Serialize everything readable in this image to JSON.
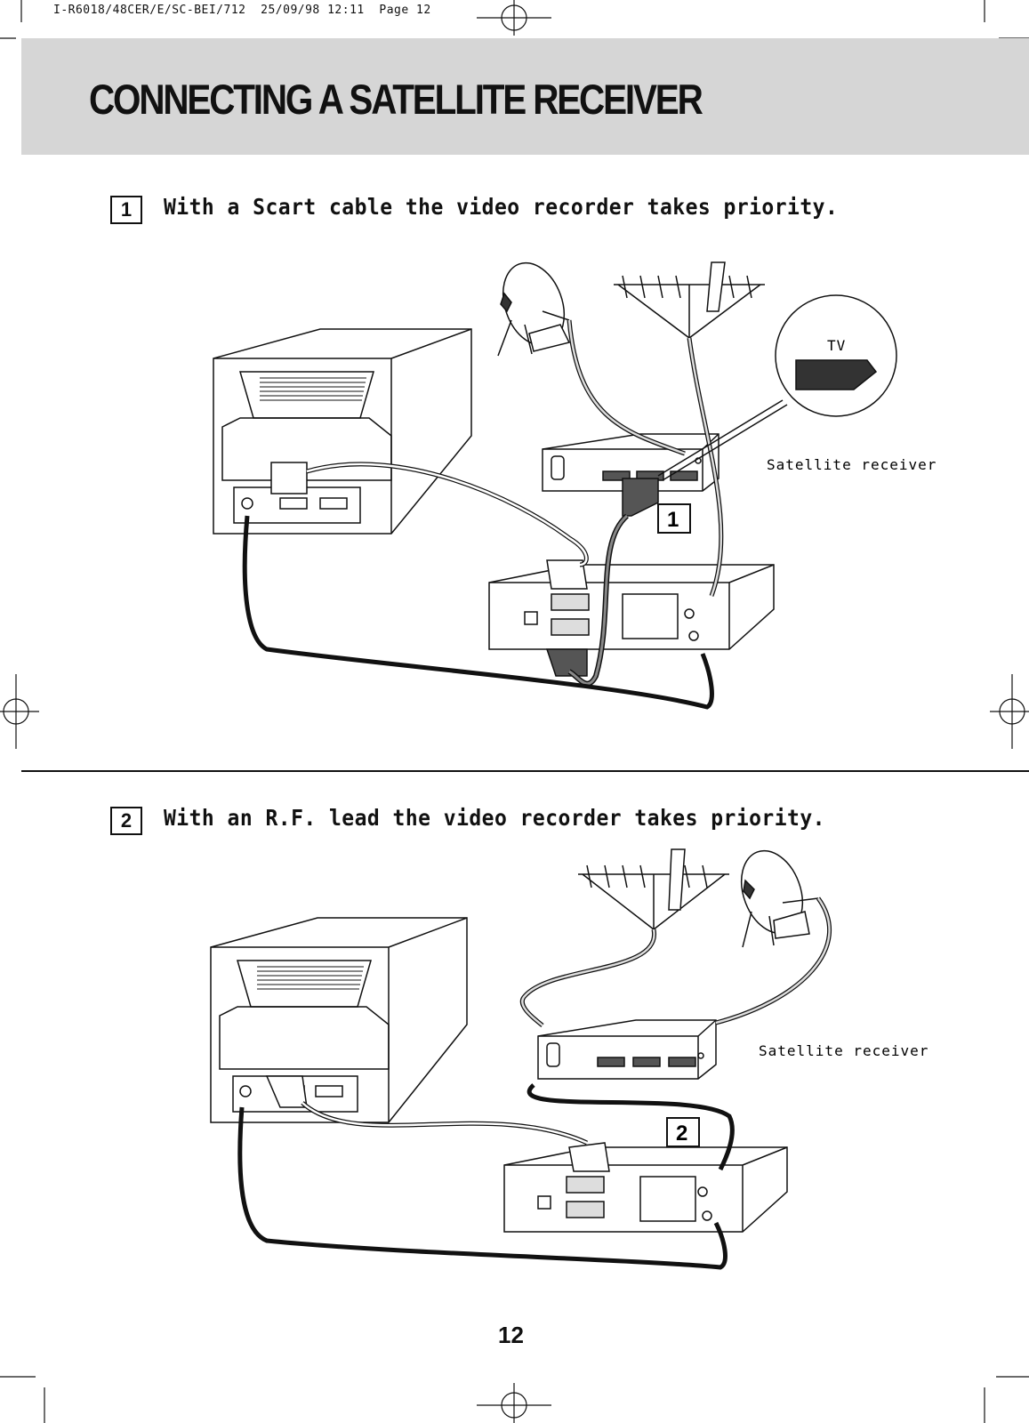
{
  "print_slug": "I-R6018/48CER/E/SC-BEI/712  25/09/98 12:11  Page 12",
  "title": "CONNECTING A SATELLITE RECEIVER",
  "sections": [
    {
      "number": "1",
      "heading": "With a Scart cable the video recorder takes priority.",
      "receiver_label": "Satellite receiver",
      "callout_label": "TV",
      "marker": "1"
    },
    {
      "number": "2",
      "heading": "With an R.F. lead the video recorder takes priority.",
      "receiver_label": "Satellite receiver",
      "marker": "2"
    }
  ],
  "page_number": "12"
}
